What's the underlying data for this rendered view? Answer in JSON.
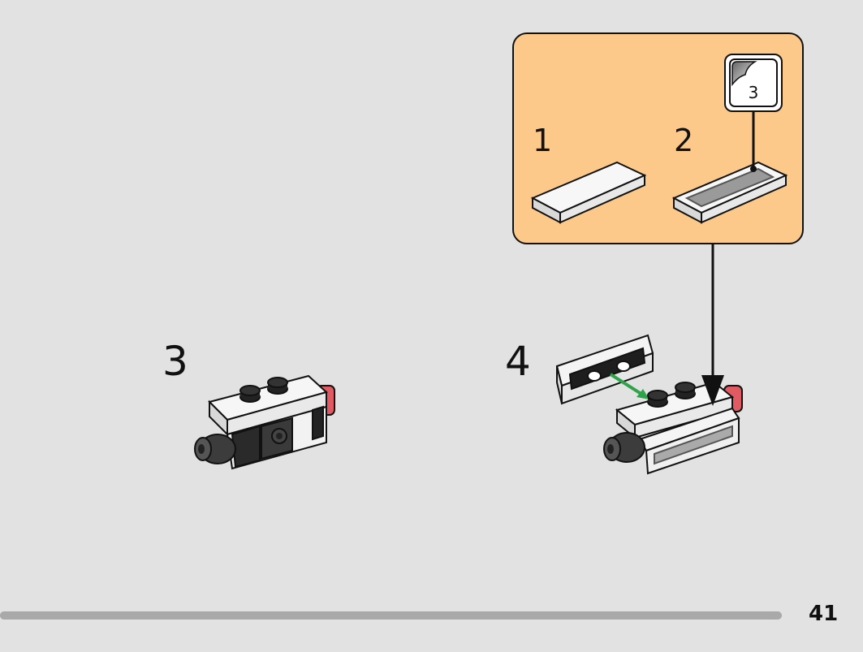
{
  "steps": {
    "step3": {
      "number": "3"
    },
    "step4": {
      "number": "4"
    }
  },
  "callout": {
    "sub_step_1": "1",
    "sub_step_2": "2",
    "sticker": {
      "number": "3",
      "icon": "sticker-icon"
    }
  },
  "footer": {
    "page_number": "41",
    "progress": 1.0
  },
  "colors": {
    "background": "#e2e2e2",
    "callout": "#fdc98a",
    "arrow_green": "#2fa34a",
    "red_part": "#e05a64"
  }
}
